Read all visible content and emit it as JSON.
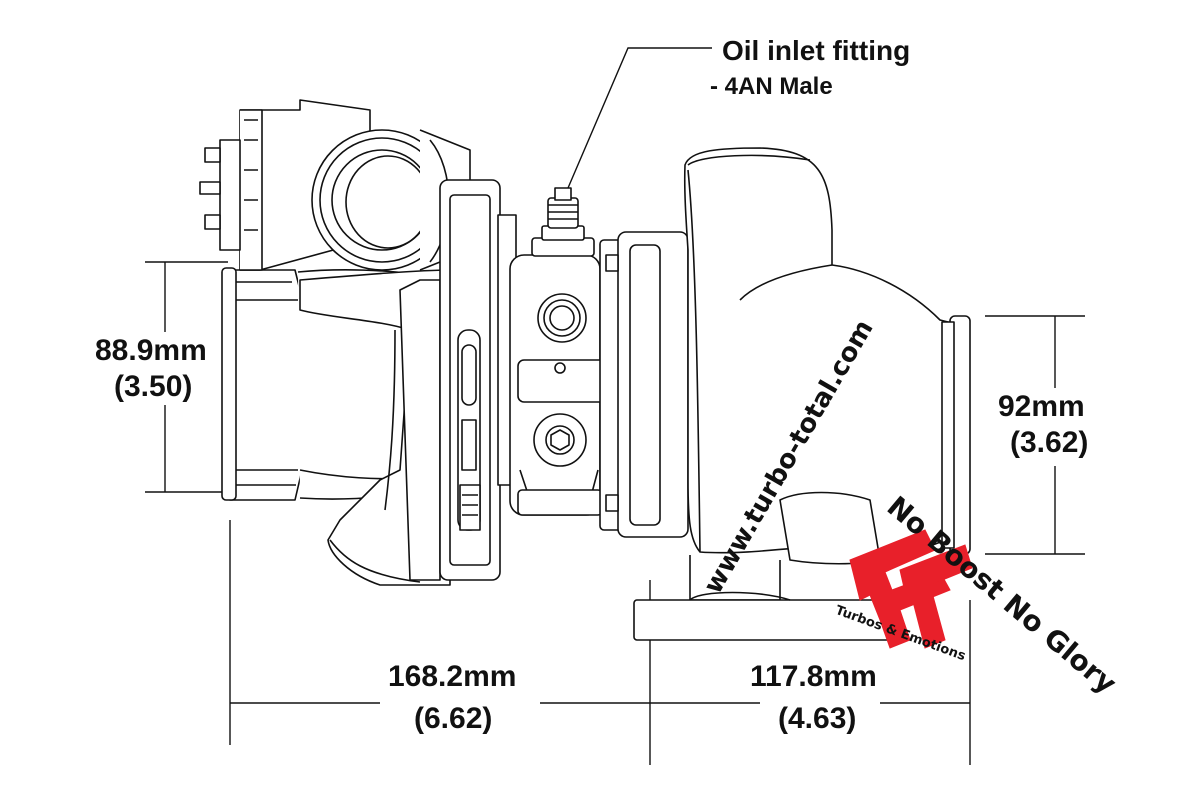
{
  "callout": {
    "title": "Oil inlet fitting",
    "subtitle": "- 4AN Male"
  },
  "dimensions": {
    "inlet": {
      "metric": "88.9mm",
      "imperial": "(3.50)"
    },
    "outlet": {
      "metric": "92mm",
      "imperial": "(3.62)"
    },
    "overall_length": {
      "metric": "168.2mm",
      "imperial": "(6.62)"
    },
    "flange_length": {
      "metric": "117.8mm",
      "imperial": "(4.63)"
    }
  },
  "watermark": {
    "website": "www.turbo-total.com",
    "slogan": "No Boost No Glory",
    "tagline": "Turbos & Emotions",
    "logo_color": "#e8202a"
  }
}
